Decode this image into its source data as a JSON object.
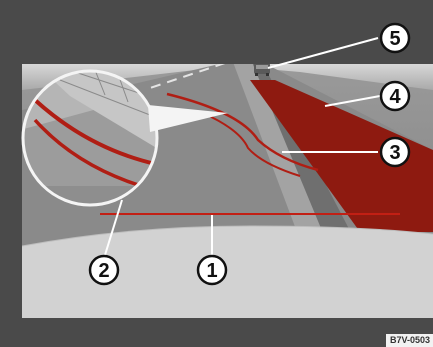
{
  "figure": {
    "code": "B7V-0503",
    "callouts": [
      {
        "label": "1",
        "meaning": ""
      },
      {
        "label": "2",
        "meaning": ""
      },
      {
        "label": "3",
        "meaning": ""
      },
      {
        "label": "4",
        "meaning": ""
      },
      {
        "label": "5",
        "meaning": ""
      }
    ]
  },
  "colors": {
    "outer_frame": "#4a4a4a",
    "road": "#8e8e8e",
    "sky": "#c9c9c9",
    "warning_zone": "#8e1a10",
    "guide_line": "#b01e14",
    "bumper": "#cfcfcf",
    "callout_circle": "#ffffff",
    "callout_text": "#111111"
  }
}
